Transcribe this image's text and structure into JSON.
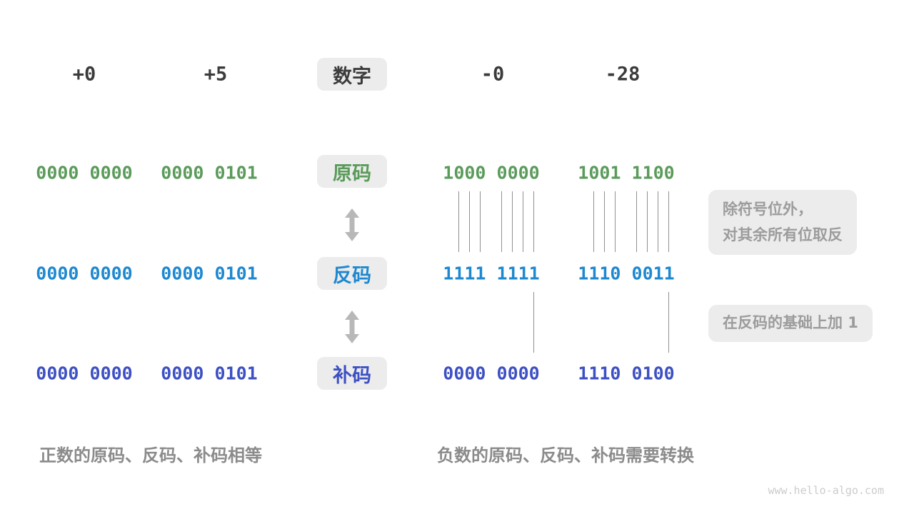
{
  "header": {
    "numbers": [
      "+0",
      "+5",
      "-0",
      "-28"
    ],
    "label": "数字"
  },
  "rows": {
    "sign": {
      "label": "原码",
      "values": [
        "0000 0000",
        "0000 0101",
        "1000 0000",
        "1001 1100"
      ]
    },
    "ones": {
      "label": "反码",
      "values": [
        "0000 0000",
        "0000 0101",
        "1111 1111",
        "1110 0011"
      ]
    },
    "twos": {
      "label": "补码",
      "values": [
        "0000 0000",
        "0000 0101",
        "0000 0000",
        "1110 0100"
      ]
    }
  },
  "annotations": {
    "invert_line1": "除符号位外，",
    "invert_line2": "对其余所有位取反",
    "add_one": "在反码的基础上加 1"
  },
  "captions": {
    "positive": "正数的原码、反码、补码相等",
    "negative": "负数的原码、反码、补码需要转换"
  },
  "watermark": "www.hello-algo.com",
  "colors": {
    "number_green": "#5a9b5a",
    "number_blue": "#1e88d0",
    "number_indigo": "#3d50c3",
    "box_background": "#ececec",
    "annotation_gray": "#9c9c9c"
  }
}
